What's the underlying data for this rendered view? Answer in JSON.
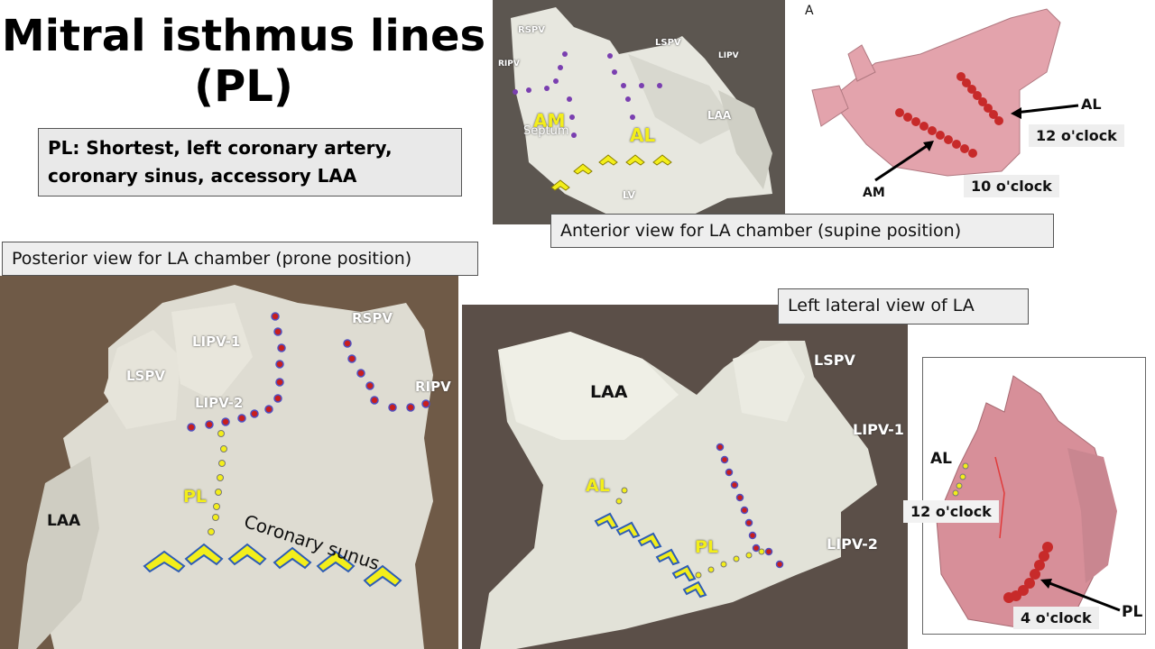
{
  "title_line1": "Mitral isthmus lines",
  "title_line2": "(PL)",
  "subtitle_line1": "PL: Shortest, left coronary artery,",
  "subtitle_line2": "coronary sinus,  accessory LAA",
  "captions": {
    "anterior": "Anterior view for LA chamber (supine position)",
    "posterior": "Posterior view for LA chamber (prone position)",
    "lateral": "Left lateral  view of LA"
  },
  "anterior_photo": {
    "labels": {
      "rspv": "RSPV",
      "lspv": "LSPV",
      "lipv": "LIPV",
      "ripv": "RIPV",
      "am": "AM",
      "septum": "Septum",
      "al": "AL",
      "laa": "LAA",
      "lv": "LV"
    }
  },
  "ct_top": {
    "panel_letter": "A",
    "al": "AL",
    "am": "AM",
    "clock12": "12 o'clock",
    "clock10": "10 o'clock"
  },
  "posterior_photo": {
    "labels": {
      "lipv1": "LIPV-1",
      "rspv": "RSPV",
      "lspv": "LSPV",
      "ripv": "RIPV",
      "lipv2": "LIPV-2",
      "pl": "PL",
      "laa": "LAA",
      "cs": "Coronary  sunus"
    }
  },
  "lateral_photo": {
    "labels": {
      "laa": "LAA",
      "lspv": "LSPV",
      "lipv1": "LIPV-1",
      "al": "AL",
      "pl": "PL",
      "lipv2": "LIPV-2"
    }
  },
  "ct_bottom": {
    "al": "AL",
    "pl": "PL",
    "clock12": "12 o'clock",
    "clock4": "4 o'clock"
  }
}
